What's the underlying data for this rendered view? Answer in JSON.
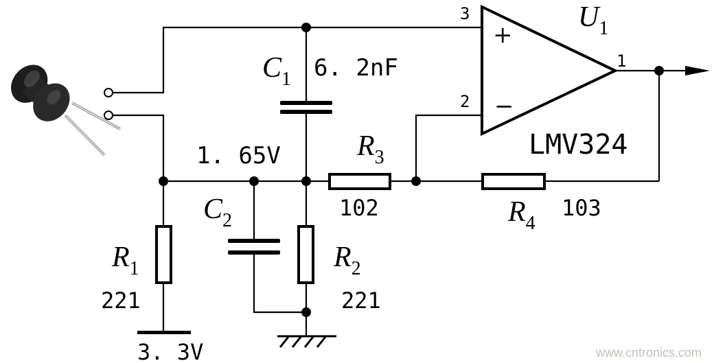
{
  "components": {
    "C1": {
      "letter": "C",
      "sub": "1",
      "value": "6. 2nF"
    },
    "C2": {
      "letter": "C",
      "sub": "2"
    },
    "R1": {
      "letter": "R",
      "sub": "1",
      "value": "221"
    },
    "R2": {
      "letter": "R",
      "sub": "2",
      "value": "221"
    },
    "R3": {
      "letter": "R",
      "sub": "3",
      "value": "102"
    },
    "R4": {
      "letter": "R",
      "sub": "4",
      "value": "103"
    },
    "U1": {
      "letter": "U",
      "sub": "1",
      "part": "LMV324"
    }
  },
  "pins": {
    "noninverting": "3",
    "inverting": "2",
    "output": "1",
    "plus": "+",
    "minus": "−"
  },
  "nets": {
    "mid_voltage": "1. 65V",
    "supply_voltage": "3. 3V"
  },
  "watermark": "www.cntronics.com"
}
